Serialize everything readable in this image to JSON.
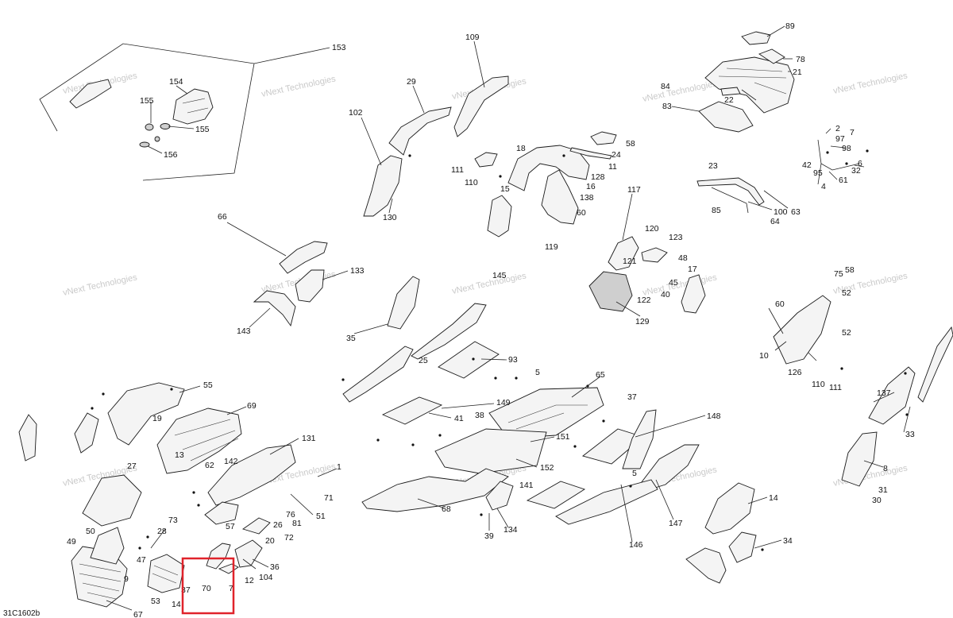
{
  "drawing_code": "31C1602b",
  "watermark": "vNext Technologies",
  "highlight_color": "#e0232b",
  "callouts": [
    "153",
    "154",
    "155",
    "155",
    "156",
    "109",
    "29",
    "102",
    "130",
    "58",
    "18",
    "24",
    "11",
    "111",
    "110",
    "15",
    "128",
    "16",
    "138",
    "60",
    "119",
    "89",
    "78",
    "21",
    "84",
    "22",
    "83",
    "2",
    "7",
    "97",
    "98",
    "42",
    "95",
    "6",
    "32",
    "61",
    "4",
    "23",
    "85",
    "100",
    "63",
    "64",
    "117",
    "120",
    "123",
    "121",
    "48",
    "17",
    "45",
    "122",
    "40",
    "129",
    "66",
    "133",
    "143",
    "145",
    "35",
    "25",
    "93",
    "58",
    "75",
    "52",
    "60",
    "10",
    "126",
    "110",
    "111",
    "52",
    "137",
    "33",
    "8",
    "31",
    "30",
    "55",
    "69",
    "19",
    "27",
    "13",
    "62",
    "142",
    "131",
    "1",
    "71",
    "51",
    "5",
    "65",
    "149",
    "41",
    "38",
    "151",
    "152",
    "141",
    "68",
    "134",
    "39",
    "37",
    "148",
    "5",
    "146",
    "147",
    "14",
    "34",
    "50",
    "73",
    "28",
    "49",
    "47",
    "9",
    "53",
    "67",
    "37",
    "14",
    "70",
    "7",
    "12",
    "104",
    "36",
    "76",
    "26",
    "81",
    "57",
    "72",
    "20"
  ],
  "highlight_callouts": [
    "70",
    "7"
  ]
}
